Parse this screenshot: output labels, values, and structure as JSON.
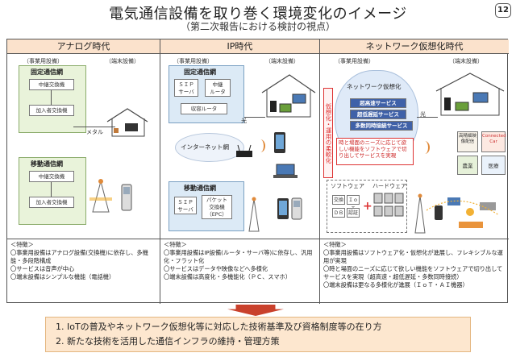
{
  "title": "電気通信設備を取り巻く環境変化のイメージ",
  "subtitle": "（第二次報告における検討の視点）",
  "page_number": "12",
  "columns": [
    {
      "header": "アナログ時代",
      "carrier_label": "（事業用設備）",
      "terminal_label": "（端末設備）",
      "fixed_net": "固定通信網",
      "relay_switch": "中継交換機",
      "subscriber_switch": "加入者交換機",
      "metal": "メタル",
      "mobile_net": "移動通信網",
      "mobile_relay": "中継交換機",
      "mobile_subscriber": "加入者交換機",
      "features": [
        "＜特徴＞",
        "〇事業用設備はアナログ設備(交換機)に依存し、多機能・多段階構成",
        "〇サービスは音声が中心",
        "〇端末設備はシンプルな機能（電話機）"
      ]
    },
    {
      "header": "IP時代",
      "carrier_label": "（事業用設備）",
      "terminal_label": "（端末設備）",
      "fixed_net": "固定通信網",
      "sip_server": "ＳＩＰ\nサーバ",
      "relay_router": "中継\nルータ",
      "access_router": "収容ルータ",
      "light": "光",
      "internet": "インターネット網",
      "mobile_net": "移動通信網",
      "mobile_sip": "ＳＩＰ\nサーバ",
      "packet_switch": "パケット\n交換機\n（EPC）",
      "features": [
        "＜特徴＞",
        "〇事業用設備はIP設備(ルータ・サーバ等)に依存し、汎用化・フラット化",
        "〇サービスはデータや映像などへ多様化",
        "〇端末設備は高度化・多機能化（ＰＣ、スマホ）"
      ]
    },
    {
      "header": "ネットワーク仮想化時代",
      "carrier_label": "（事業用設備）",
      "terminal_label": "（端末設備）",
      "virt_label": "ネットワーク仮想化",
      "vertical": "仮想化・運用の柔軟化",
      "light": "光",
      "services": [
        "超高速サービス",
        "超低遅延サービス",
        "多数同時接続サービス"
      ],
      "demand_note": "時と場面のニーズに応じて欲しい機能をソフトウェアで切り出してサービスを実現",
      "software": "ソフトウェア",
      "hardware": "ハードウェア",
      "sw_items": [
        "交換",
        "ＩｏＴ",
        "ＤＢ",
        "認証"
      ],
      "iot_labels": [
        "高精細映像配信",
        "Connected Car",
        "農業",
        "医療"
      ],
      "features": [
        "＜特徴＞",
        "〇事業用設備はソフトウェア化・仮想化が進展し、フレキシブルな運用が実現",
        "〇時と場面のニーズに応じて欲しい機能をソフトウェアで切り出してサービスを実現（超高速・超低遅延・多数同時接続）",
        "〇端末設備は更なる多様化が進展（ＩｏＴ・ＡＩ機器）"
      ]
    }
  ],
  "bottom_items": [
    "1.  IoTの普及やネットワーク仮想化等に対応した技術基準及び資格制度等の在り方",
    "2.  新たな技術を活用した通信インフラの維持・管理方策"
  ],
  "colors": {
    "header_bg": "#fbe2cc",
    "fixed_green": "#e9f3da",
    "mobile_blue": "#dceaf6",
    "arrow_red": "#c9412c",
    "bottom_bg": "#fde7cf"
  }
}
